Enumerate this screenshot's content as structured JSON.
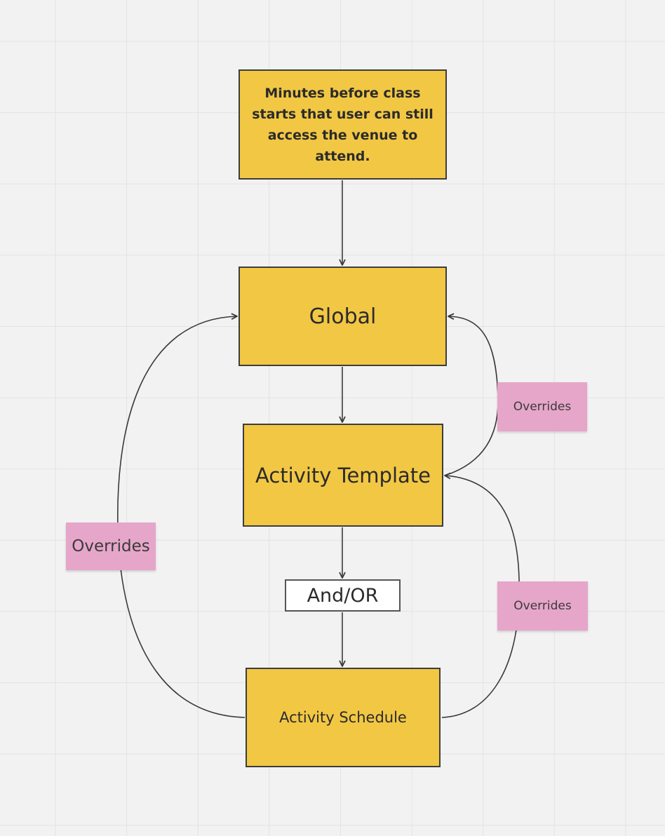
{
  "diagram": {
    "nodes": {
      "note": "Minutes before class starts that user can still access the venue to attend.",
      "global": "Global",
      "activity_template": "Activity Template",
      "and_or": "And/OR",
      "activity_schedule": "Activity Schedule"
    },
    "stickies": {
      "left": "Overrides",
      "right_top": "Overrides",
      "right_bottom": "Overrides"
    },
    "edges": [
      {
        "from": "note",
        "to": "global"
      },
      {
        "from": "global",
        "to": "activity_template"
      },
      {
        "from": "activity_template",
        "to": "and_or"
      },
      {
        "from": "and_or",
        "to": "activity_schedule"
      },
      {
        "from": "activity_template",
        "to": "global",
        "label": "Overrides"
      },
      {
        "from": "activity_schedule",
        "to": "activity_template",
        "label": "Overrides"
      },
      {
        "from": "activity_schedule",
        "to": "global",
        "label": "Overrides"
      }
    ]
  },
  "colors": {
    "node_fill": "#f2c744",
    "node_border": "#3d3d3d",
    "sticky_fill": "#e6a6c9",
    "connector": "#3a3a3a",
    "canvas": "#f2f2f2"
  }
}
